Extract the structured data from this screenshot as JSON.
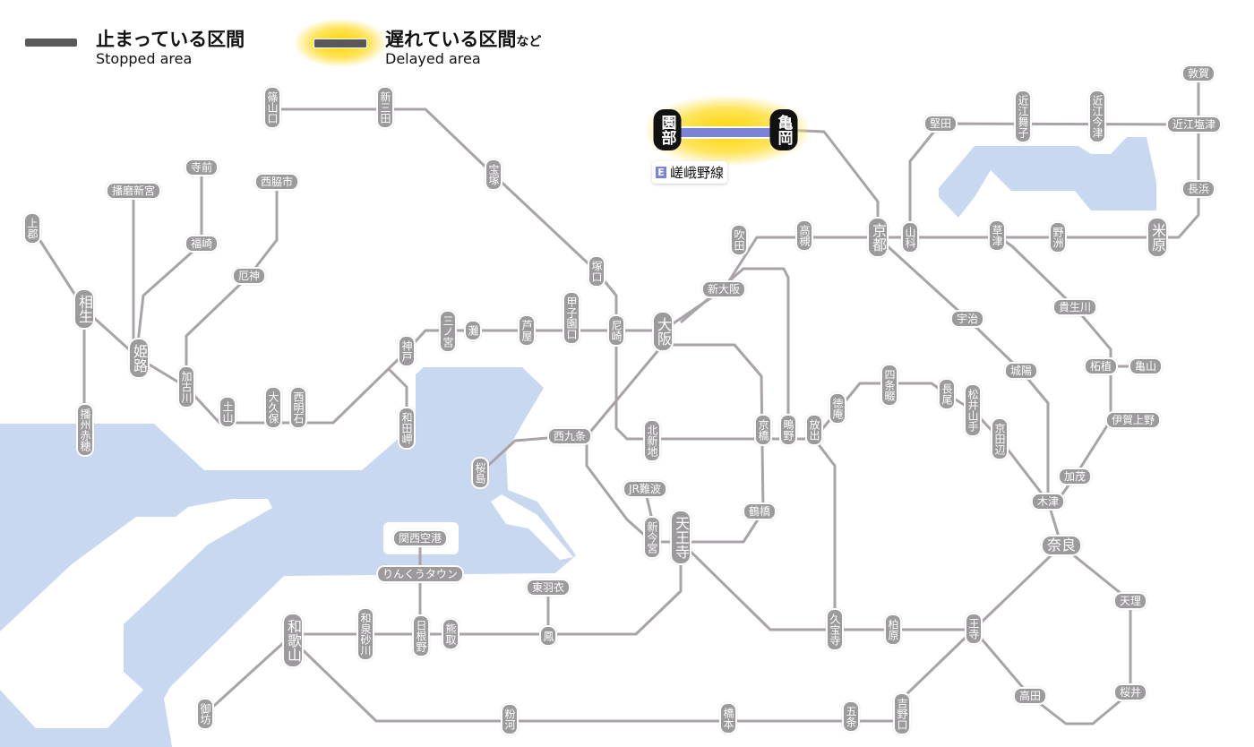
{
  "legend": {
    "stopped_jp": "止まっている区間",
    "stopped_en": "Stopped area",
    "delayed_jp": "遅れている区間",
    "delayed_suffix": "など",
    "delayed_en": "Delayed area",
    "stopped_color": "#5a585a",
    "delayed_glow_color": "#ffd400"
  },
  "delayed_section": {
    "line_code": "E",
    "line_name": "嵯峨野線",
    "from": "園部",
    "to": "亀岡",
    "line_color": "#7b83d6"
  },
  "colors": {
    "water": "#c9d8f1",
    "track": "#a9a3a9",
    "station": "#9c9a9c"
  },
  "stations": {
    "sasayamaguchi": "篠山口",
    "shinsanda": "新三田",
    "takarazuka": "宝塚",
    "tsukaguchi": "塚口",
    "amagasaki": "尼崎",
    "koshienguchi": "甲子園口",
    "ashiya": "芦屋",
    "nada": "灘",
    "sannomiya": "三ノ宮",
    "kobe": "神戸",
    "wadamisaki": "和田岬",
    "nishiakashi": "西明石",
    "okubo": "大久保",
    "tsuchiyama": "土山",
    "kakogawa": "加古川",
    "yakujin": "厄神",
    "nishiwakishi": "西脇市",
    "teramae": "寺前",
    "fukusaki": "福崎",
    "harimashingu": "播磨新宮",
    "kamigori": "上郡",
    "aioi": "相生",
    "himeji": "姫路",
    "banshuako": "播州赤穂",
    "osaka": "大阪",
    "shinosaka": "新大阪",
    "suita": "吹田",
    "takatsuki": "高槻",
    "kyoto": "京都",
    "yamashina": "山科",
    "katata": "堅田",
    "omimaiko": "近江舞子",
    "omiimazu": "近江今津",
    "omishiotsu": "近江塩津",
    "tsuruga": "敦賀",
    "nagahama": "長浜",
    "maibara": "米原",
    "yasu": "野洲",
    "kusatsu": "草津",
    "kibukawa": "貴生川",
    "tsuge": "柘植",
    "kameyama": "亀山",
    "igaueno": "伊賀上野",
    "kamo": "加茂",
    "kizu": "木津",
    "nara": "奈良",
    "tenri": "天理",
    "sakurai": "桜井",
    "takada": "高田",
    "oji": "王寺",
    "yoshinoguchi": "吉野口",
    "gojo": "五条",
    "hashimoto": "橋本",
    "kokawa": "粉河",
    "wakayama": "和歌山",
    "gobo": "御坊",
    "izumisunagawa": "和泉砂川",
    "hineno": "日根野",
    "kumatori": "熊取",
    "rinkutown": "りんくうタウン",
    "kansaiairport": "関西空港",
    "higashihagoromo": "東羽衣",
    "otori": "鳳",
    "tennoji": "天王寺",
    "shinimamiya": "新今宮",
    "jrnamba": "JR難波",
    "tsuruhashi": "鶴橋",
    "kyobashi": "京橋",
    "kitashinchi": "北新地",
    "nishikujo": "西九条",
    "sakurajima": "桜島",
    "shigino": "鴫野",
    "hanaten": "放出",
    "tokuan": "徳庵",
    "shijonawate": "四条畷",
    "nagao": "長尾",
    "matsuiyamate": "松井山手",
    "kyotanabe": "京田辺",
    "uji": "宇治",
    "joyo": "城陽",
    "kyuhoji": "久宝寺",
    "kashiwara": "柏原"
  }
}
